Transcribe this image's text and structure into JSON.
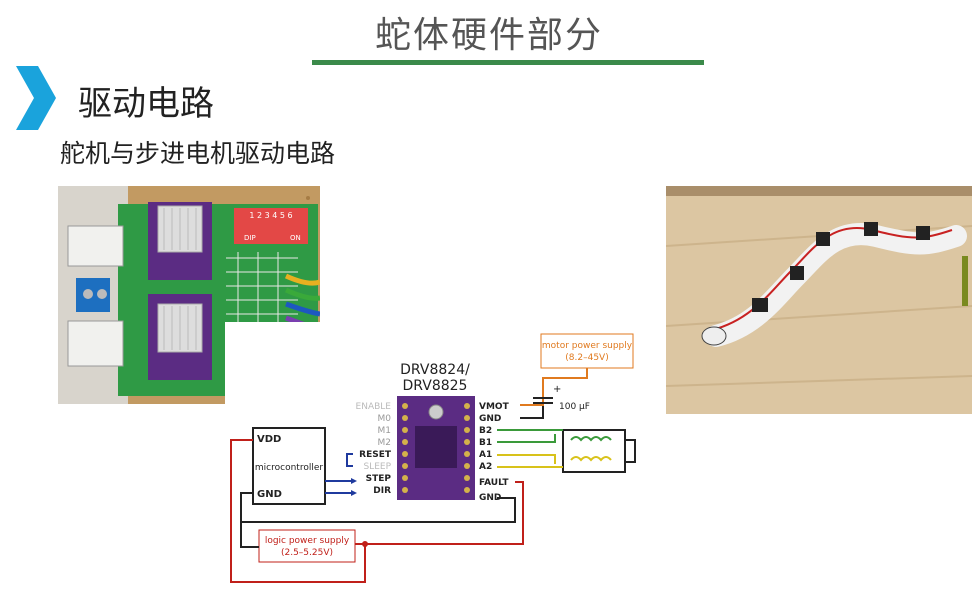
{
  "header": {
    "title": "蛇体硬件部分",
    "accent_color": "#3b8a4a"
  },
  "section": {
    "title": "驱动电路",
    "chevron_color": "#1aa3dc"
  },
  "subsection": {
    "title": "舵机与步进电机驱动电路"
  },
  "board_photo": {
    "dip_numbers": "1 2 3 4 5 6",
    "dip_label": "DIP",
    "dip_on": "ON"
  },
  "diagram": {
    "chip_name_1": "DRV8824/",
    "chip_name_2": "DRV8825",
    "motor_supply_1": "motor power supply",
    "motor_supply_2": "(8.2–45V)",
    "logic_supply_1": "logic power supply",
    "logic_supply_2": "(2.5–5.25V)",
    "capacitor": "100 µF",
    "plus": "+",
    "mcu_label": "microcontroller",
    "mcu_vdd": "VDD",
    "mcu_gnd": "GND",
    "left_pins": [
      "ENABLE",
      "M0",
      "M1",
      "M2",
      "RESET",
      "SLEEP",
      "STEP",
      "DIR"
    ],
    "right_pins": [
      "VMOT",
      "GND",
      "B2",
      "B1",
      "A1",
      "A2",
      "FAULT",
      "GND"
    ],
    "colors": {
      "red": "#c0201a",
      "orange": "#e07a1f",
      "blue": "#1f3a9e",
      "green": "#3a9a3a",
      "yellow": "#d8c21a",
      "board": "#5b2c83"
    }
  }
}
